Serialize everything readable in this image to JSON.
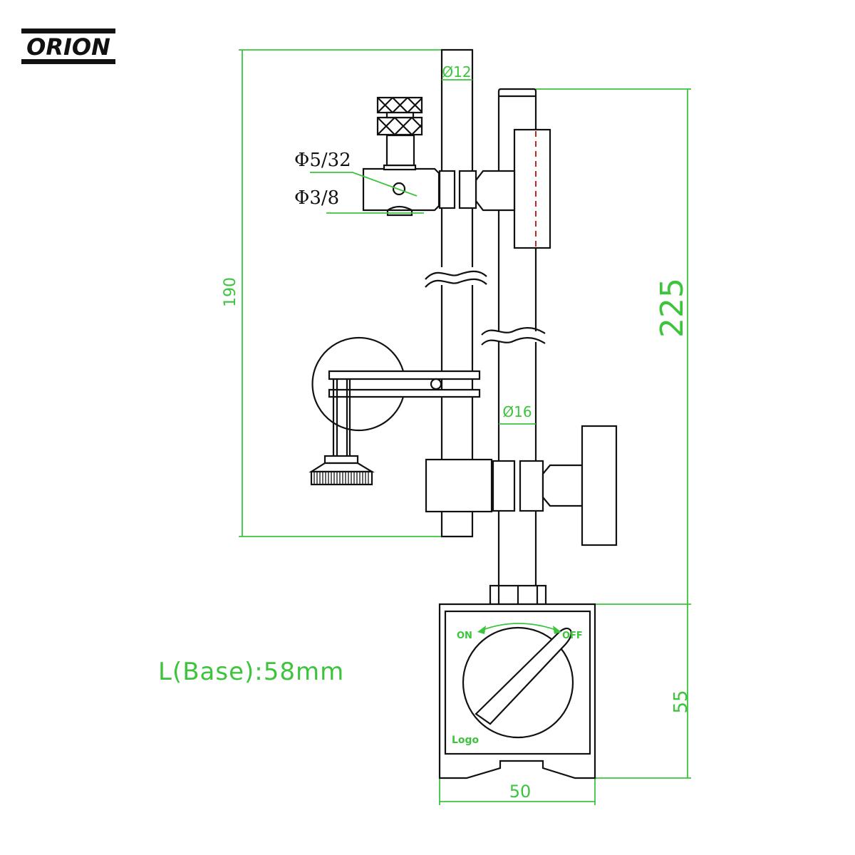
{
  "brand": {
    "logo_text": "ORION"
  },
  "colors": {
    "dimension": "#3cc43c",
    "lines": "#111111",
    "centerline": "#cc2222"
  },
  "dimensions": {
    "rod_small_diameter": "Ø12",
    "rod_large_diameter": "Ø16",
    "height_small": "190",
    "height_large": "225",
    "base_height": "55",
    "base_width": "50",
    "hole_small": "Φ5/32",
    "hole_large": "Φ3/8",
    "base_length": "L(Base):58mm"
  },
  "switch": {
    "on_label": "ON",
    "off_label": "OFF",
    "logo_label": "Logo"
  }
}
